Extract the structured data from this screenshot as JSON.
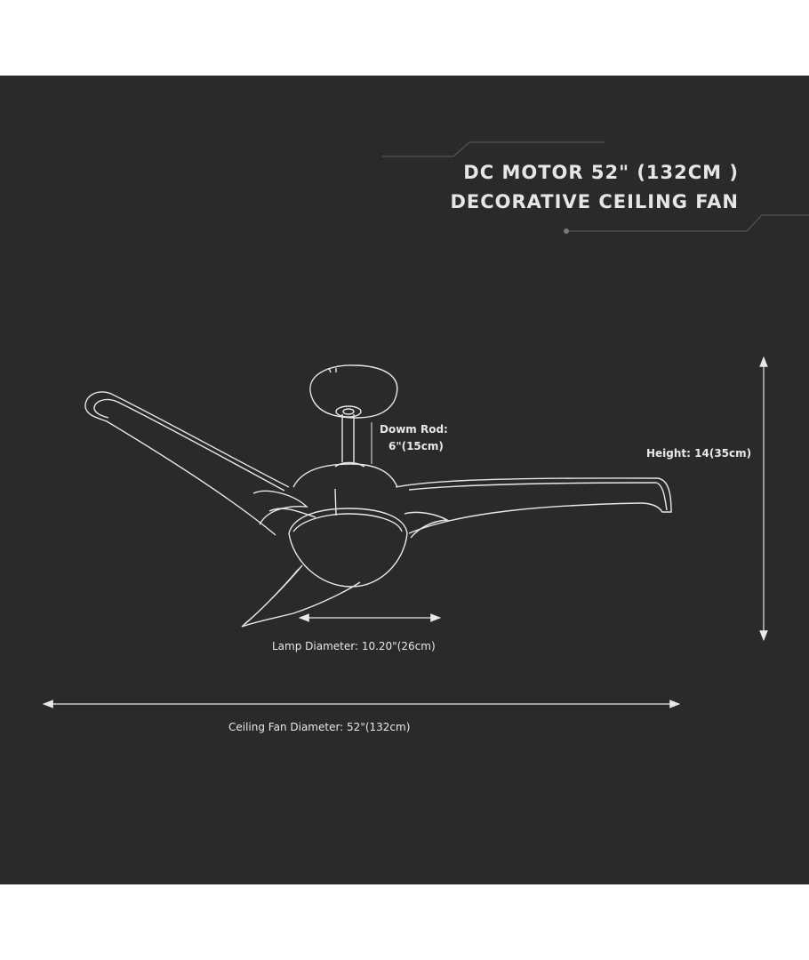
{
  "title": {
    "line1": "DC MOTOR 52\" (132CM )",
    "line2": "DECORATIVE CEILING FAN"
  },
  "labels": {
    "down_rod_1": "Dowm Rod:",
    "down_rod_2": "6\"(15cm)",
    "height": "Height: 14(35cm)",
    "lamp_diameter": "Lamp Diameter: 10.20\"(26cm)",
    "fan_diameter": "Ceiling Fan Diameter: 52\"(132cm)"
  },
  "colors": {
    "background": "#2a2a2a",
    "line": "#e8e8e8"
  }
}
